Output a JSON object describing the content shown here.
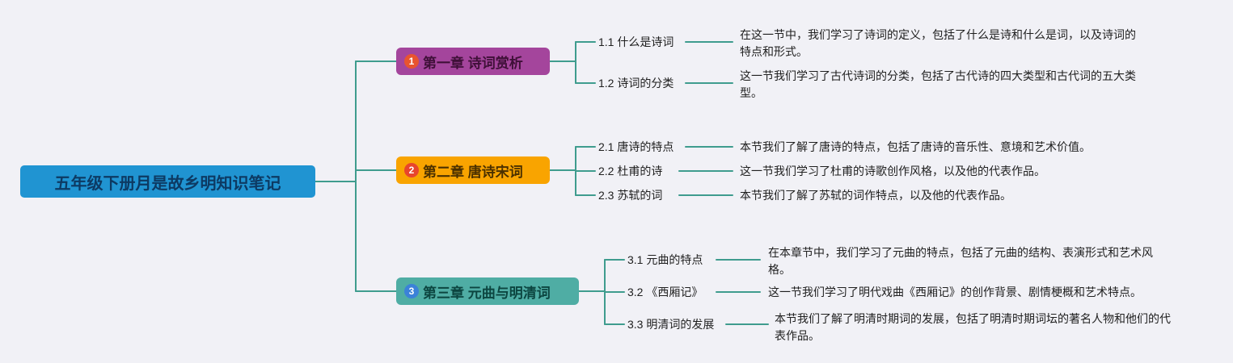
{
  "colors": {
    "background": "#f1f1f6",
    "connector": "#3f9c8e",
    "root_bg": "#2094d2",
    "root_text": "#0d3a63"
  },
  "root": {
    "label": "五年级下册月是故乡明知识笔记"
  },
  "chapters": [
    {
      "badge": "1",
      "badge_color": "#e8542f",
      "bg": "#a4459c",
      "text_color": "#3f1038",
      "label": "第一章 诗词赏析",
      "items": [
        {
          "label": "1.1 什么是诗词",
          "desc": "在这一节中，我们学习了诗词的定义，包括了什么是诗和什么是词，以及诗词的特点和形式。"
        },
        {
          "label": "1.2 诗词的分类",
          "desc": "这一节我们学习了古代诗词的分类，包括了古代诗的四大类型和古代词的五大类型。"
        }
      ]
    },
    {
      "badge": "2",
      "badge_color": "#e8452c",
      "bg": "#f9a400",
      "text_color": "#4a3000",
      "label": "第二章 唐诗宋词",
      "items": [
        {
          "label": "2.1 唐诗的特点",
          "desc": "本节我们了解了唐诗的特点，包括了唐诗的音乐性、意境和艺术价值。"
        },
        {
          "label": "2.2 杜甫的诗",
          "desc": "这一节我们学习了杜甫的诗歌创作风格，以及他的代表作品。"
        },
        {
          "label": "2.3 苏轼的词",
          "desc": "本节我们了解了苏轼的词作特点，以及他的代表作品。"
        }
      ]
    },
    {
      "badge": "3",
      "badge_color": "#3b82d8",
      "bg": "#4fada4",
      "text_color": "#0c4540",
      "label": "第三章 元曲与明清词",
      "items": [
        {
          "label": "3.1 元曲的特点",
          "desc": "在本章节中，我们学习了元曲的特点，包括了元曲的结构、表演形式和艺术风格。"
        },
        {
          "label": "3.2 《西厢记》",
          "desc": "这一节我们学习了明代戏曲《西厢记》的创作背景、剧情梗概和艺术特点。"
        },
        {
          "label": "3.3 明清词的发展",
          "desc": "本节我们了解了明清时期词的发展，包括了明清时期词坛的著名人物和他们的代表作品。"
        }
      ]
    }
  ]
}
